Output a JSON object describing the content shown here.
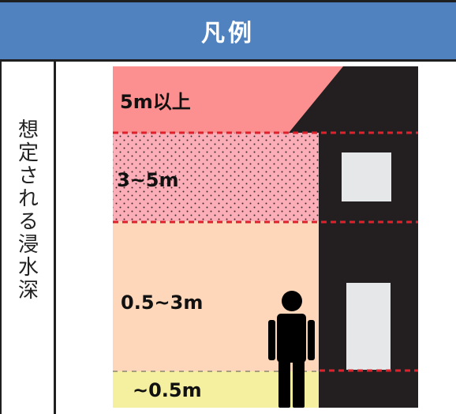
{
  "header": {
    "title": "凡例"
  },
  "side_label": "想定される浸水深",
  "bands": [
    {
      "label": "5m以上",
      "color": "#fc8f8f"
    },
    {
      "label": "3~5m",
      "color": "#fbaeb7"
    },
    {
      "label": "0.5~3m",
      "color": "#fed7bb"
    },
    {
      "label": "~0.5m",
      "color": "#f5f0a0"
    }
  ],
  "colors": {
    "header_bg": "#4f82be",
    "building": "#231f20",
    "window": "#e6e7e8",
    "dashed_line": "#e0202a",
    "person": "#000000"
  },
  "icons": [
    "house-icon",
    "person-icon"
  ]
}
